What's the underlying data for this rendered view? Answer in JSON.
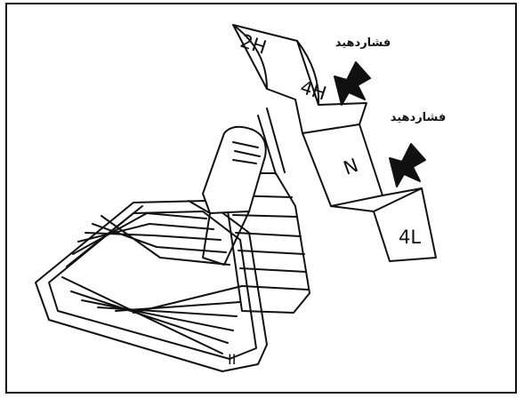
{
  "labels": {
    "push_upper": "فشاردهید",
    "push_lower": "فشاردهید"
  },
  "positions": {
    "p2h": "2H",
    "p4h": "4H",
    "pn": "N",
    "p4l": "4L"
  },
  "mark": "II"
}
